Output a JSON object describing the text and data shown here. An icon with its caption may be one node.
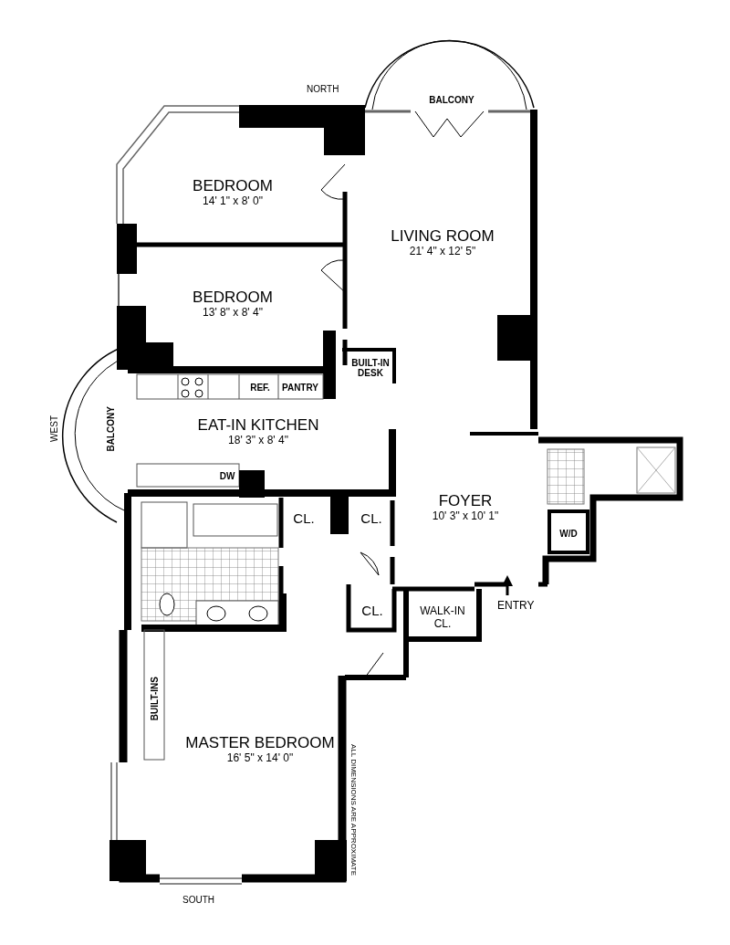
{
  "diagram": {
    "nodes": [
      {
        "text": [
          "BALCONY"
        ]
      },
      {
        "text": [
          "BEDROOM",
          "14' 1\" x 8' 0\""
        ]
      },
      {
        "text": [
          "LIVING ROOM",
          "21' 4\" x 12' 5\""
        ]
      },
      {
        "text": [
          "BEDROOM",
          "13' 8\" x 8' 4\""
        ]
      },
      {
        "text": [
          "BUILT-IN DESK"
        ]
      },
      {
        "text": [
          "EAT-IN KITCHEN",
          "18' 3\" x 8' 4\""
        ]
      },
      {
        "text": [
          "REF."
        ],
        "in": 5
      },
      {
        "text": [
          "PANTRY"
        ],
        "in": 5
      },
      {
        "text": [
          "BALCONY"
        ]
      },
      {
        "text": [
          "DW"
        ],
        "in": 5
      },
      {
        "text": [
          "CL."
        ]
      },
      {
        "text": [
          "CL."
        ]
      },
      {
        "text": [
          "FOYER",
          "10' 3\" x 10' 1\""
        ]
      },
      {
        "text": [
          "W/D"
        ]
      },
      {
        "text": [
          "CL."
        ]
      },
      {
        "text": [
          "WALK-IN CL."
        ]
      },
      {
        "text": [
          "MASTER BEDROOM",
          "16' 5\" x 14' 0\""
        ]
      },
      {
        "text": [
          "BUILT-INS"
        ],
        "in": 16
      }
    ],
    "edges": [],
    "labels": [
      "NORTH",
      "WEST",
      "ENTRY",
      "ALL DIMENSIONS ARE APPROXIMATE",
      "SOUTH"
    ]
  }
}
